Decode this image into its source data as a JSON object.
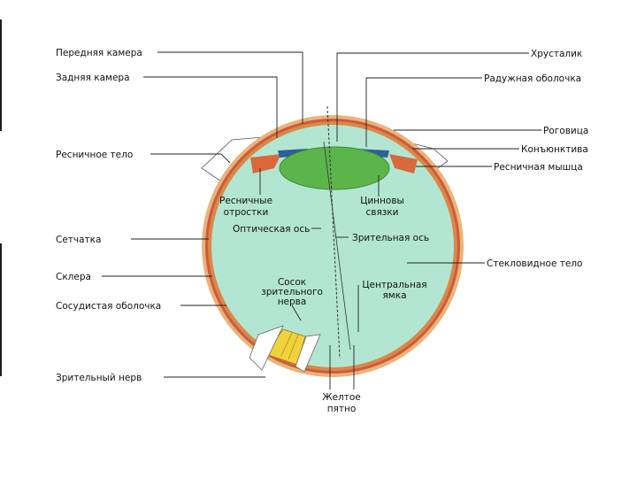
{
  "colors": {
    "vitreous": "#b3e6d2",
    "lens": "#5cb54a",
    "cornea": "#c7e6f4",
    "iris": "#2f5f9a",
    "sclera_outer": "#e8b47a",
    "choroid": "#cf5a3c",
    "retina": "#d98848",
    "optic_nerve": "#f2d23c",
    "ciliary_body": "#d9693a"
  },
  "labels": {
    "anterior_chamber": "Передняя камера",
    "posterior_chamber": "Задняя камера",
    "ciliary_body": "Ресничное тело",
    "ciliary_processes_1": "Ресничные",
    "ciliary_processes_2": "отростки",
    "optical_axis": "Оптическая ось",
    "retina": "Сетчатка",
    "sclera": "Склера",
    "papilla_1": "Сосок",
    "papilla_2": "зрительного",
    "papilla_3": "нерва",
    "choroid": "Сосудистая оболочка",
    "optic_nerve": "Зрительный нерв",
    "yellow_spot_1": "Желтое",
    "yellow_spot_2": "пятно",
    "lens": "Хрусталик",
    "iris": "Радужная оболочка",
    "cornea": "Роговица",
    "conjunctiva": "Конъюнктива",
    "ciliary_muscle": "Ресничная мышца",
    "zonule_1": "Цинновы",
    "zonule_2": "связки",
    "visual_axis": "Зрительная ось",
    "vitreous_body": "Стекловидное тело",
    "fovea_1": "Центральная",
    "fovea_2": "ямка"
  }
}
